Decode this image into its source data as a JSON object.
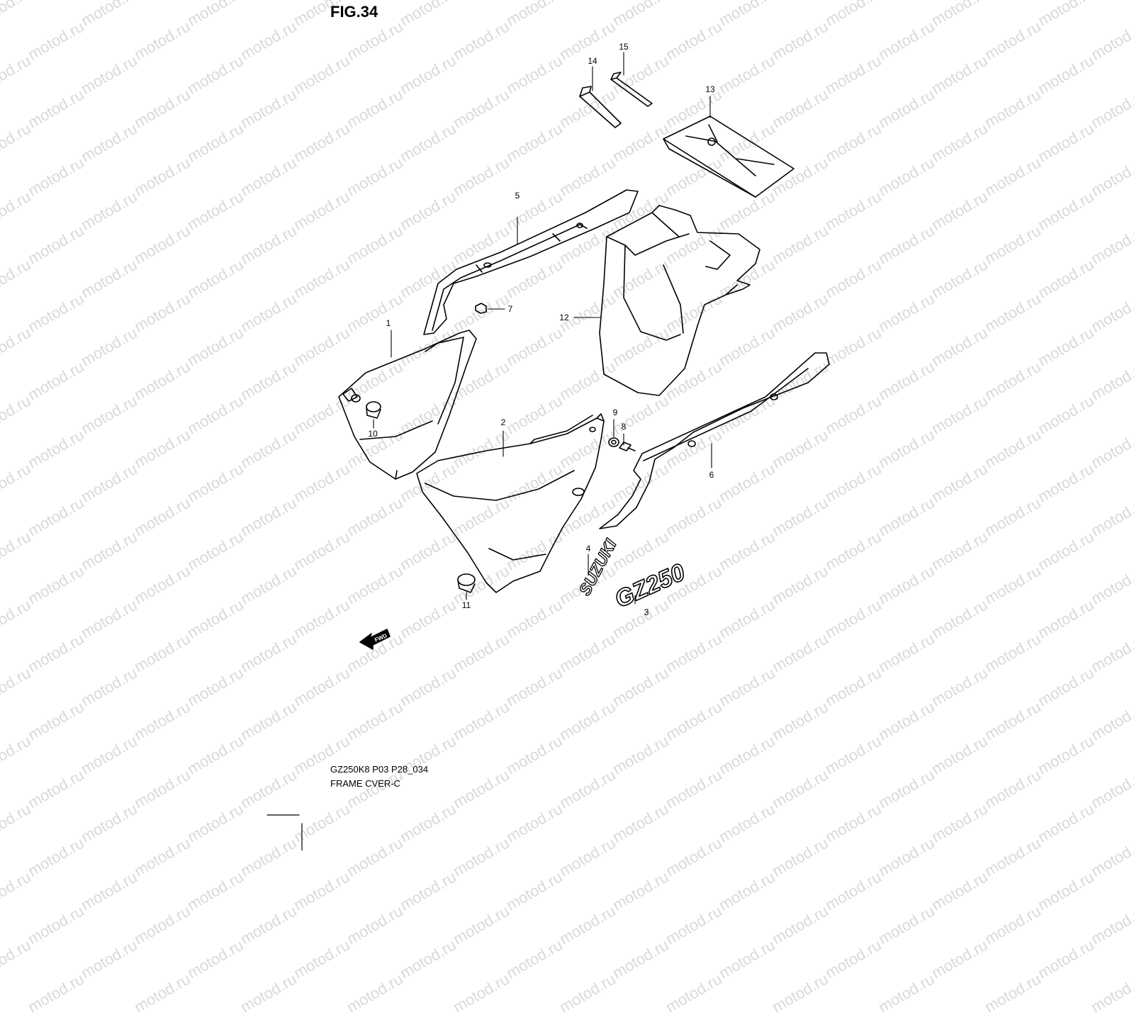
{
  "figure": {
    "title": "FIG.34",
    "model_code": "GZ250K8 P03 P28_034",
    "group_name": "FRAME CVER-C"
  },
  "watermark": "motod.ru",
  "callouts": [
    "1",
    "2",
    "3",
    "4",
    "5",
    "6",
    "7",
    "8",
    "9",
    "10",
    "11",
    "12",
    "13",
    "14",
    "15"
  ],
  "decals": {
    "brand": "SUZUKI",
    "model": "GZ250",
    "direction": "FWD"
  },
  "colors": {
    "line": "#000000",
    "watermark": "#d9d9d9",
    "background": "#ffffff"
  }
}
